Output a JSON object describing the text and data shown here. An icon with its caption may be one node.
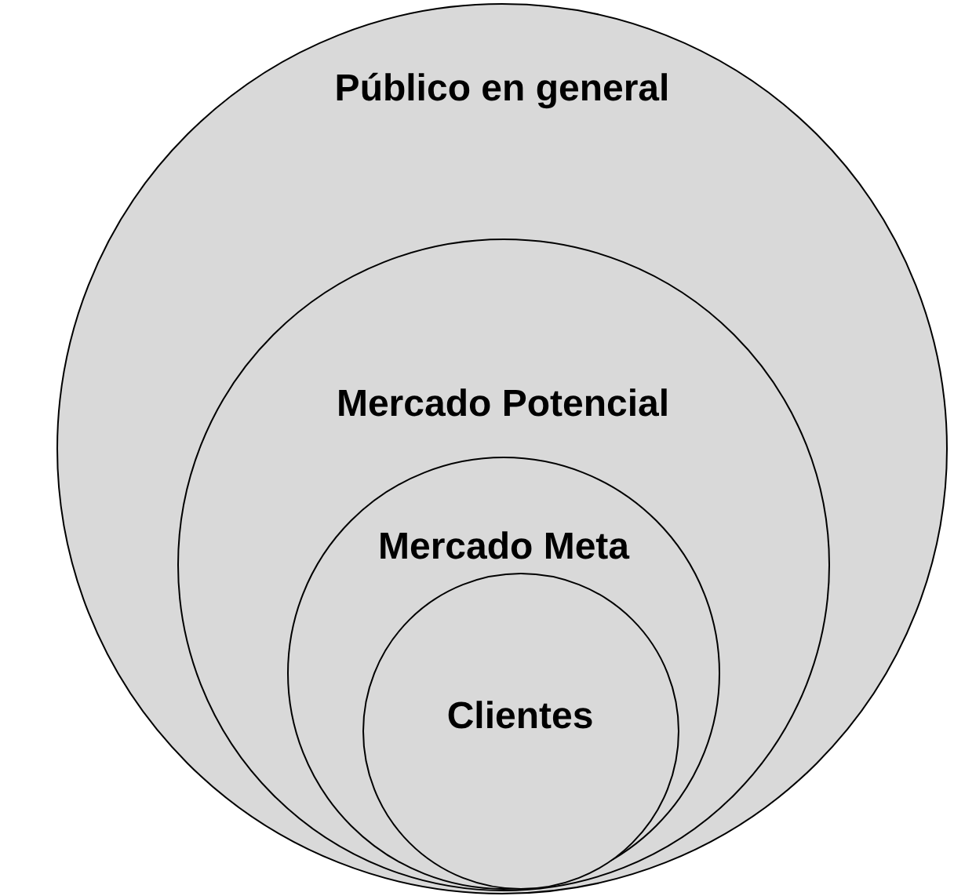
{
  "diagram": {
    "nodes": [
      {
        "text": [
          "Público en general"
        ]
      },
      {
        "text": [
          "Mercado Potencial"
        ],
        "in": 0
      },
      {
        "text": [
          "Mercado Meta"
        ],
        "in": 1
      },
      {
        "text": [
          "Clientes"
        ],
        "in": 2
      }
    ]
  }
}
